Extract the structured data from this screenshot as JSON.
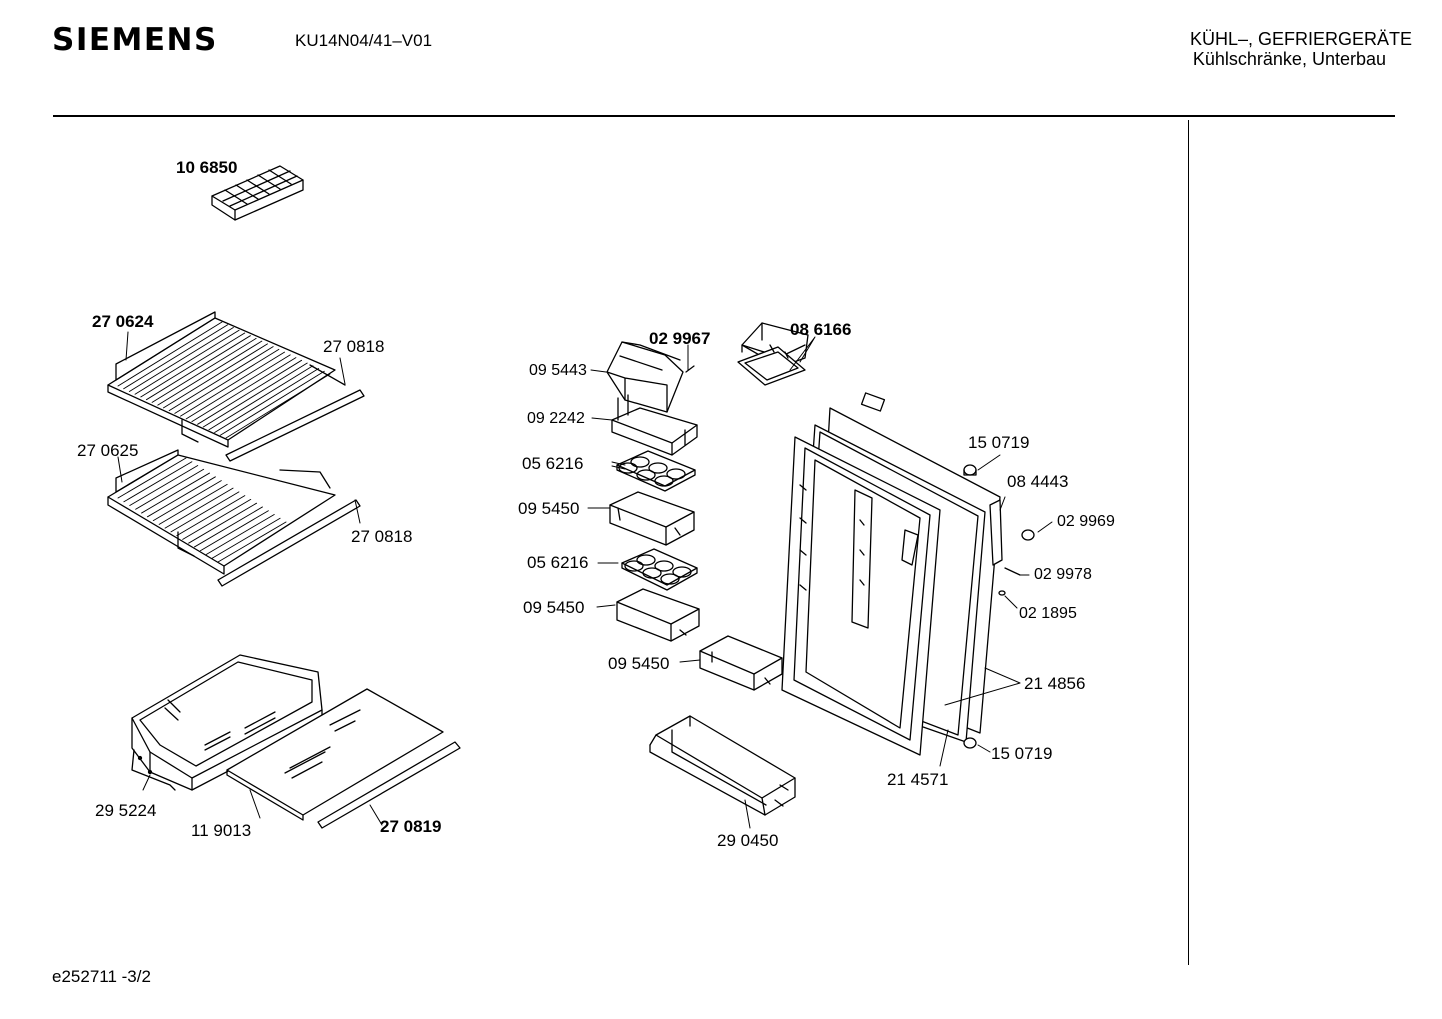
{
  "header": {
    "brand": "SIEMENS",
    "model": "KU14N04/41–V01",
    "category_line1": "KÜHL–, GEFRIERGERÄTE",
    "category_line2": "Kühlschränke, Unterbau"
  },
  "footer": {
    "code": "e252711 -3/2"
  },
  "parts": [
    {
      "id": "p01",
      "number": "10 6850",
      "bold": true
    },
    {
      "id": "p02",
      "number": "27 0624",
      "bold": true
    },
    {
      "id": "p03",
      "number": "27 0818",
      "bold": false
    },
    {
      "id": "p04",
      "number": "27 0625",
      "bold": false
    },
    {
      "id": "p05",
      "number": "27 0818",
      "bold": false
    },
    {
      "id": "p06",
      "number": "29 5224",
      "bold": false
    },
    {
      "id": "p07",
      "number": "11 9013",
      "bold": false
    },
    {
      "id": "p08",
      "number": "27 0819",
      "bold": true
    },
    {
      "id": "p09",
      "number": "02 9967",
      "bold": true
    },
    {
      "id": "p10",
      "number": "09 5443",
      "bold": false
    },
    {
      "id": "p11",
      "number": "08 6166",
      "bold": true
    },
    {
      "id": "p12",
      "number": "09 2242",
      "bold": false
    },
    {
      "id": "p13",
      "number": "05 6216",
      "bold": false
    },
    {
      "id": "p14",
      "number": "09 5450",
      "bold": false
    },
    {
      "id": "p15",
      "number": "05 6216",
      "bold": false
    },
    {
      "id": "p16",
      "number": "09 5450",
      "bold": false
    },
    {
      "id": "p17",
      "number": "09 5450",
      "bold": false
    },
    {
      "id": "p18",
      "number": "29 0450",
      "bold": false
    },
    {
      "id": "p19",
      "number": "15 0719",
      "bold": false
    },
    {
      "id": "p20",
      "number": "08 4443",
      "bold": false
    },
    {
      "id": "p21",
      "number": "02 9969",
      "bold": false
    },
    {
      "id": "p22",
      "number": "02 9978",
      "bold": false
    },
    {
      "id": "p23",
      "number": "02 1895",
      "bold": false
    },
    {
      "id": "p24",
      "number": "21 4856",
      "bold": false
    },
    {
      "id": "p25",
      "number": "15 0719",
      "bold": false
    },
    {
      "id": "p26",
      "number": "21 4571",
      "bold": false
    }
  ]
}
